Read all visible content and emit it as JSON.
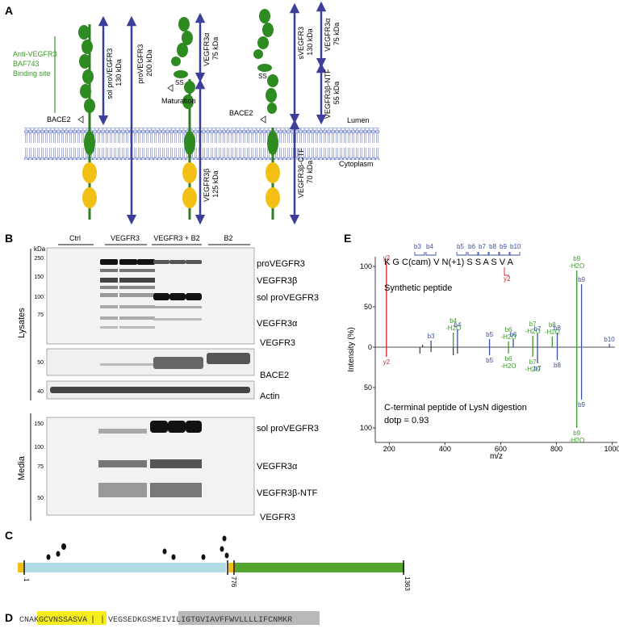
{
  "panel_labels": {
    "a": "A",
    "b": "B",
    "c": "C",
    "d": "D",
    "e": "E"
  },
  "panel_a": {
    "binding_site": [
      "Anti-VEGFR3",
      "BAF743",
      "Binding site"
    ],
    "bace2_1": "BACE2",
    "bace2_2": "BACE2",
    "maturation": "Maturation",
    "ss_1": "SS",
    "ss_2": "SS",
    "lumen": "Lumen",
    "cytoplasm": "Cytoplasm",
    "arrows": {
      "sol_provegfr3": [
        "sol proVEGFR3",
        "130 kDa"
      ],
      "provegfr3": [
        "proVEGFR3",
        "200 kDa"
      ],
      "vegfr3a_1": [
        "VEGFR3α",
        "75 kDa"
      ],
      "vegfr3b": [
        "VEGFR3β",
        "125 kDa"
      ],
      "svegfr3": [
        "sVEGFR3",
        "130 kDa"
      ],
      "vegfr3a_2": [
        "VEGFR3α",
        "75 kDa"
      ],
      "ntf": [
        "VEGFR3β-NTF",
        "55 kDa"
      ],
      "ctf": [
        "VEGFR3β-CTF",
        "70 kDa"
      ]
    }
  },
  "panel_b": {
    "kda": "kDa",
    "groups": [
      "Ctrl",
      "VEGFR3",
      "VEGFR3 + B2",
      "B2"
    ],
    "side_lysates": "Lysates",
    "side_media": "Media",
    "blot1_markers": [
      "250",
      "150",
      "100",
      "75"
    ],
    "blot1_bands": [
      "proVEGFR3",
      "VEGFR3β",
      "sol proVEGFR3",
      "VEGFR3α"
    ],
    "blot1_caption": "VEGFR3",
    "blot2_marker": "50",
    "blot2_caption": "BACE2",
    "blot3_marker": "40",
    "blot3_caption": "Actin",
    "blot4_markers": [
      "150",
      "100",
      "75",
      "50"
    ],
    "blot4_bands": [
      "sol proVEGFR3",
      "VEGFR3α",
      "VEGFR3β-NTF"
    ],
    "blot4_caption": "VEGFR3"
  },
  "panel_c": {
    "positions": [
      "1",
      "776",
      "1363"
    ]
  },
  "panel_d": {
    "seq_pre": "CNA",
    "seq_highlight": "KGCVNSSASVA",
    "seq_sep": "| |",
    "seq_mid": "VEGSEDKGSME",
    "seq_tm": "IVILIGTGVIAVFFWVLLLLI",
    "seq_post": "FCNMKR"
  },
  "panel_e": {
    "peptide": "K G C(cam) V N(+1) S S A S V A",
    "b_ions_top": [
      "b3",
      "b4",
      "b5",
      "b6",
      "b7",
      "b8",
      "b9",
      "b10"
    ],
    "y2_top": "y2",
    "synthetic": "Synthetic peptide",
    "cterm": "C-terminal peptide of LysN digestion",
    "dotp": "dotp = 0.93",
    "ylabel": "Intensity (%)",
    "xlabel": "m/z",
    "yticks": [
      "100",
      "50",
      "0",
      "50",
      "100"
    ],
    "xticks": [
      "200",
      "400",
      "600",
      "800",
      "1000"
    ],
    "colors": {
      "b": "#3a4fa8",
      "y": "#cc2222",
      "h2o": "#3a9a2a"
    }
  },
  "chart_data": {
    "type": "bar",
    "title": "",
    "xlabel": "m/z",
    "ylabel": "Intensity (%)",
    "xlim": [
      150,
      1010
    ],
    "ylim": [
      -110,
      110
    ],
    "series": [
      {
        "name": "Synthetic peptide",
        "peaks": [
          {
            "mz": 190,
            "i": 105,
            "label": "y2",
            "ion": "y"
          },
          {
            "mz": 320,
            "i": 3
          },
          {
            "mz": 350,
            "i": 8,
            "label": "b3",
            "ion": "b"
          },
          {
            "mz": 430,
            "i": 18,
            "label": "b4\n-H2O",
            "ion": "h2o"
          },
          {
            "mz": 445,
            "i": 22,
            "label": "b4",
            "ion": "b"
          },
          {
            "mz": 560,
            "i": 10,
            "label": "b5",
            "ion": "b"
          },
          {
            "mz": 628,
            "i": 7,
            "label": "b6\n-H2O",
            "ion": "h2o"
          },
          {
            "mz": 645,
            "i": 10,
            "label": "b6",
            "ion": "b"
          },
          {
            "mz": 715,
            "i": 14,
            "label": "b7\n-H2O",
            "ion": "h2o"
          },
          {
            "mz": 732,
            "i": 17,
            "label": "b7",
            "ion": "b"
          },
          {
            "mz": 785,
            "i": 13,
            "label": "b8\n-H2O",
            "ion": "h2o"
          },
          {
            "mz": 803,
            "i": 18,
            "label": "b8",
            "ion": "b"
          },
          {
            "mz": 873,
            "i": 95,
            "label": "b9\n-H2O",
            "ion": "h2o"
          },
          {
            "mz": 890,
            "i": 78,
            "label": "b9",
            "ion": "b"
          },
          {
            "mz": 990,
            "i": 4,
            "label": "b10",
            "ion": "b"
          }
        ]
      },
      {
        "name": "C-terminal peptide of LysN digestion",
        "peaks": [
          {
            "mz": 190,
            "i": -12,
            "label": "y2",
            "ion": "y"
          },
          {
            "mz": 310,
            "i": -8
          },
          {
            "mz": 350,
            "i": -6
          },
          {
            "mz": 430,
            "i": -10
          },
          {
            "mz": 445,
            "i": -8
          },
          {
            "mz": 560,
            "i": -10,
            "label": "b5",
            "ion": "b"
          },
          {
            "mz": 628,
            "i": -8,
            "label": "b6\n-H2O",
            "ion": "h2o"
          },
          {
            "mz": 715,
            "i": -12,
            "label": "b7\n-H2O",
            "ion": "h2o"
          },
          {
            "mz": 732,
            "i": -20,
            "label": "b7",
            "ion": "b"
          },
          {
            "mz": 803,
            "i": -16,
            "label": "b8",
            "ion": "b"
          },
          {
            "mz": 873,
            "i": -100,
            "label": "b9\n-H2O",
            "ion": "h2o"
          },
          {
            "mz": 890,
            "i": -65,
            "label": "b9",
            "ion": "b"
          }
        ]
      }
    ]
  }
}
